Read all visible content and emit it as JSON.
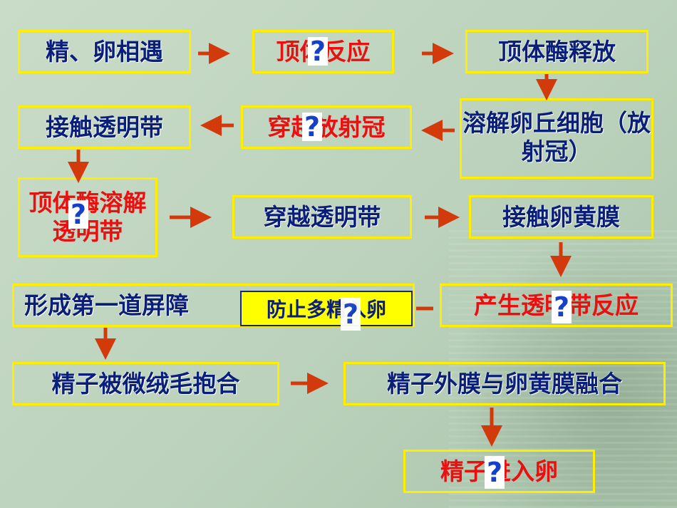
{
  "nodes": {
    "n1": "精、卵相遇",
    "n2": "顶体反应",
    "n3": "顶体酶释放",
    "n4": "溶解卵丘细胞（放射冠）",
    "n5": "穿越放射冠",
    "n6": "接触透明带",
    "n7": "顶体酶溶解透明带",
    "n8": "穿越透明带",
    "n9": "接触卵黄膜",
    "n10": "产生透明带反应",
    "n11": "形成第一道屏障",
    "n12": "精子被微绒毛抱合",
    "n13": "精子外膜与卵黄膜融合",
    "n14": "精子进入卵"
  },
  "note": "防止多精入卵",
  "quiz_mark": "?",
  "colors": {
    "box_border": "#ffee00",
    "text_blue": "#0a1f7a",
    "text_red": "#e81010",
    "arrow": "#d23a0c",
    "note_bg": "#ffff00"
  }
}
